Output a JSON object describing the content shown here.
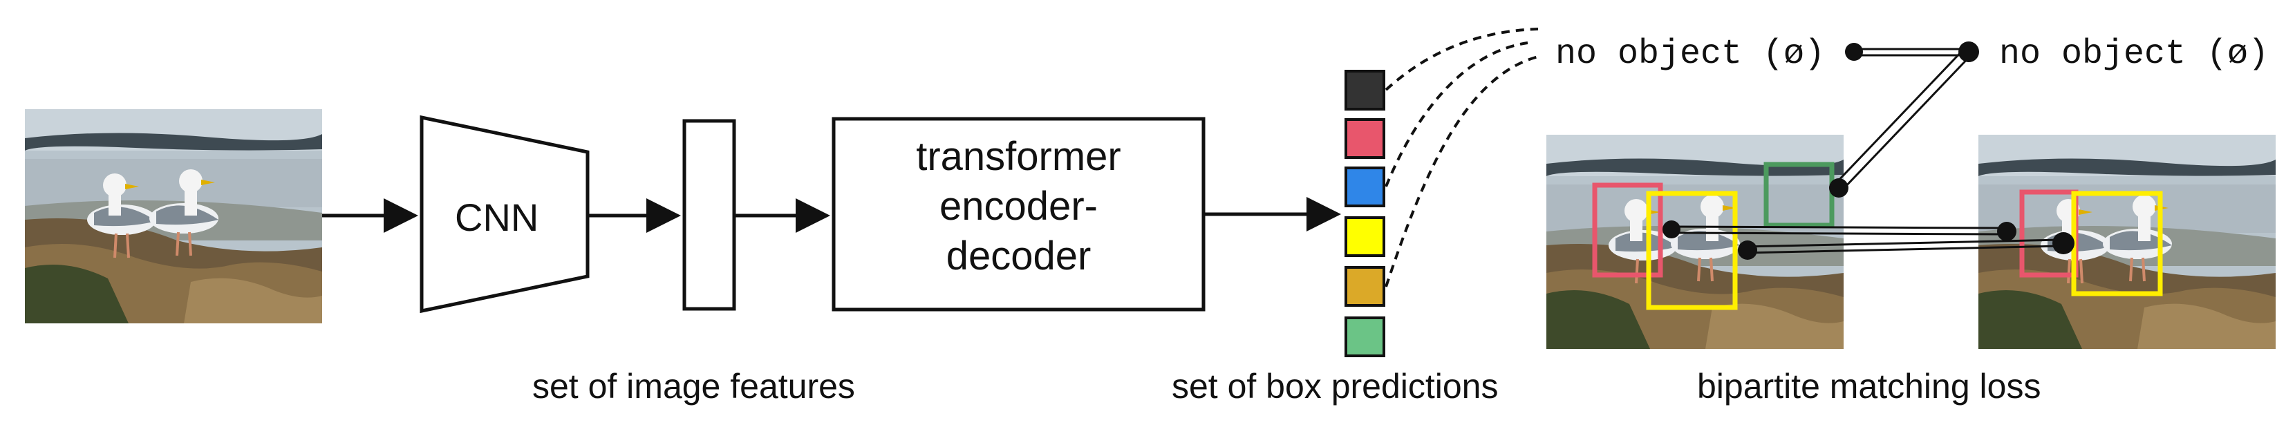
{
  "stages": {
    "cnn_label": "CNN",
    "transformer_lines": [
      "transformer",
      "encoder-",
      "decoder"
    ]
  },
  "captions": {
    "image_features": "set of image features",
    "box_predictions": "set of box predictions",
    "matching_loss": "bipartite matching loss"
  },
  "no_object": {
    "left": "no object (ø)",
    "right": "no object (ø)"
  },
  "box_prediction_colors": [
    "#333333",
    "#e8566c",
    "#2f86e8",
    "#ffff00",
    "#dba928",
    "#6bc486"
  ],
  "matching_box_colors": {
    "red": "#e8566c",
    "yellow": "#ffee00",
    "green": "#4c9a5e"
  },
  "icons": {
    "input_image": "seagulls-photo-icon",
    "left_match_image": "seagulls-photo-icon",
    "right_match_image": "seagulls-photo-icon"
  }
}
